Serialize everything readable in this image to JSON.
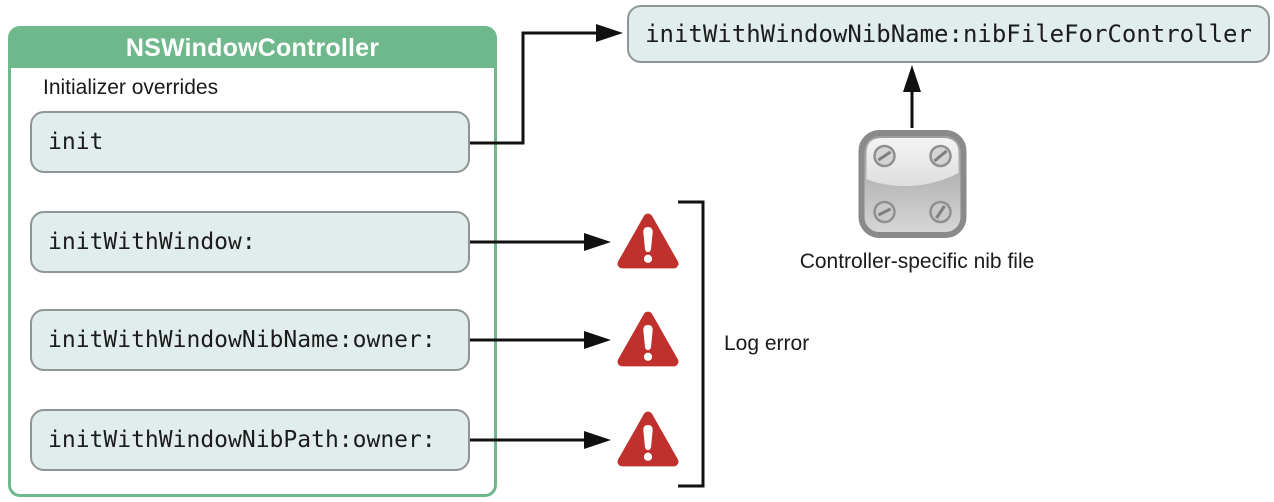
{
  "diagram": {
    "title": "NSWindowController",
    "section_label": "Initializer overrides",
    "overrides": [
      "init",
      "initWithWindow:",
      "initWithWindowNibName:owner:",
      "initWithWindowNibPath:owner:"
    ],
    "designated_method": "initWithWindowNibName:nibFileForController",
    "nib_file_label": "Controller-specific nib file",
    "error_label": "Log error",
    "icons": {
      "warning": "red rounded triangle with white exclamation mark",
      "nib_file": "gray metal plate with four corner screws"
    },
    "colors": {
      "header_green": "#6eb88c",
      "container_border": "#6eb88c",
      "method_box_fill": "#e0edec",
      "method_box_border": "#8d9695",
      "warning_red": "#c0302c",
      "arrow_black": "#111111",
      "text": "#1a1a1a"
    }
  }
}
